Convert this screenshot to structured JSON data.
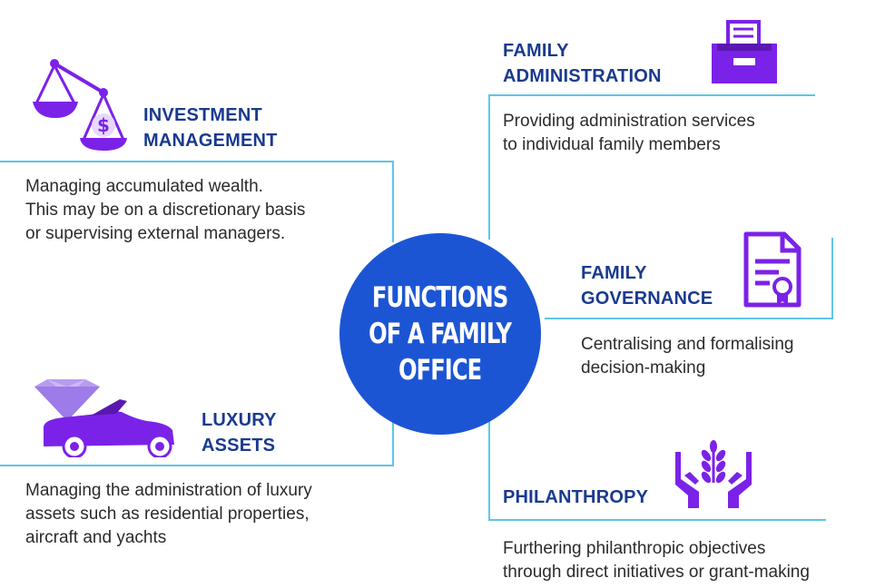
{
  "center": {
    "lines": [
      "FUNCTIONS",
      "OF A FAMILY",
      "OFFICE"
    ]
  },
  "colors": {
    "title": "#1a3a8f",
    "connector": "#5cc6e8",
    "circle": "#1c55d4",
    "icon": "#7b22e8"
  },
  "investment": {
    "icon": "scales-dollar-icon",
    "title_lines": [
      "INVESTMENT",
      "MANAGEMENT"
    ],
    "desc_lines": [
      "Managing accumulated wealth.",
      "This may be on a discretionary basis",
      "or supervising external managers."
    ]
  },
  "luxury": {
    "icon": "diamond-car-icon",
    "title_lines": [
      "LUXURY",
      "ASSETS"
    ],
    "desc_lines": [
      "Managing the administration of luxury",
      "assets such as residential properties,",
      "aircraft and yachts"
    ]
  },
  "administration": {
    "icon": "file-tray-icon",
    "title_lines": [
      "FAMILY",
      "ADMINISTRATION"
    ],
    "desc_lines": [
      "Providing administration services",
      "to individual family members"
    ]
  },
  "governance": {
    "icon": "certificate-document-icon",
    "title_lines": [
      "FAMILY",
      "GOVERNANCE"
    ],
    "desc_lines": [
      "Centralising and formalising",
      "decision-making"
    ]
  },
  "philanthropy": {
    "icon": "hands-plant-icon",
    "title_lines": [
      "PHILANTHROPY"
    ],
    "desc_lines": [
      "Furthering philanthropic objectives",
      "through direct initiatives or grant-making"
    ]
  }
}
